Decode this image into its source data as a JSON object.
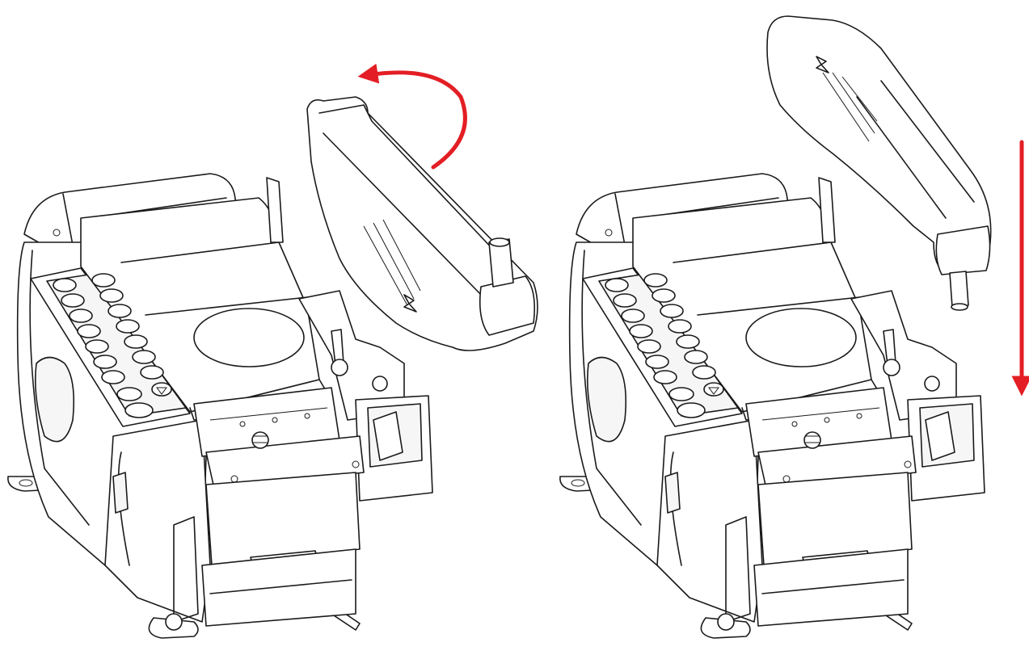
{
  "figure": {
    "panels": [
      {
        "id": "left",
        "step": "rotate-cap",
        "motion_icon": "curved-arrow-icon"
      },
      {
        "id": "right",
        "step": "lower-cap",
        "motion_icon": "down-arrow-icon"
      }
    ],
    "colors": {
      "arrow": "#e31e24",
      "line": "#1a1a1a",
      "body": "#ffffff",
      "shade": "#f6f6f6"
    },
    "keypad_buttons": {
      "rows": 8,
      "cols": 2
    }
  }
}
